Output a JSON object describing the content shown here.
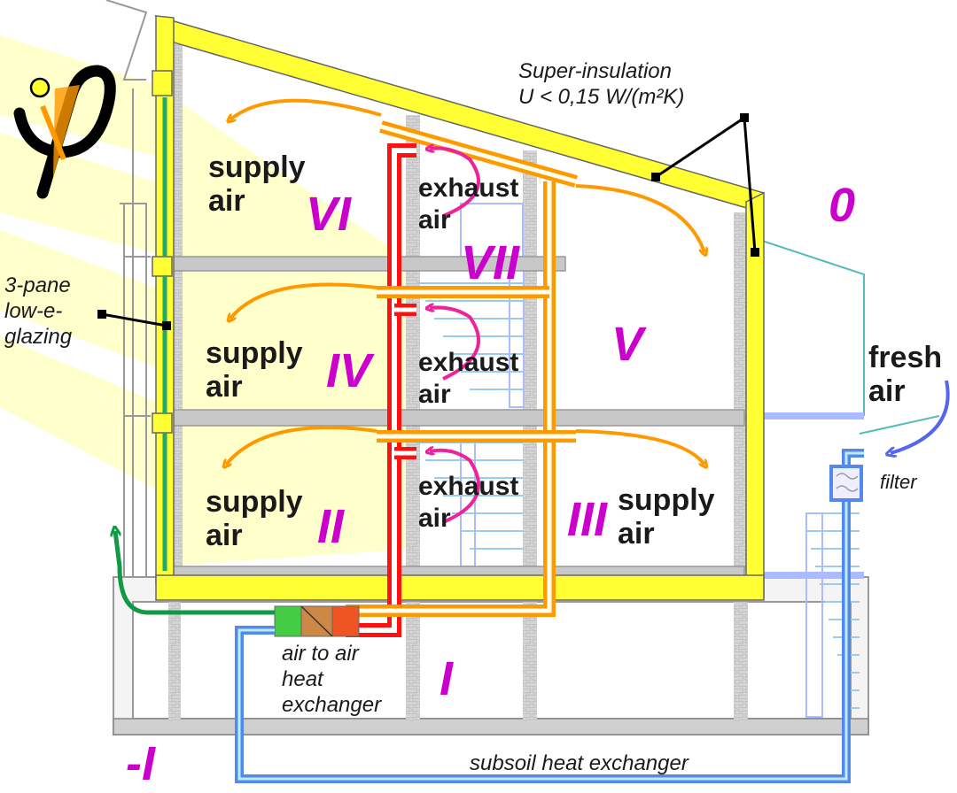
{
  "rooms": {
    "supply_vi": "supply\nair",
    "supply_iv": "supply\nair",
    "supply_ii": "supply\nair",
    "supply_iii": "supply\nair",
    "exhaust_vi": "exhaust\nair",
    "exhaust_iv": "exhaust\nair",
    "exhaust_ii": "exhaust\nair",
    "fresh": "fresh\nair"
  },
  "zones": {
    "zero": "0",
    "vi": "VI",
    "vii": "VII",
    "iv": "IV",
    "v": "V",
    "ii": "II",
    "iii": "III",
    "i": "I",
    "minus_i": "-I"
  },
  "notes": {
    "super_insulation": "Super-insulation\nU < 0,15 W/(m²K)",
    "glazing": "3-pane\nlow-e-\nglazing",
    "filter": "filter",
    "heat_exchanger": "air to air\nheat\nexchanger",
    "subsoil": "subsoil heat exchanger"
  },
  "colors": {
    "insulation": "#ffff33",
    "supply_duct": "#ff9900",
    "exhaust_duct": "#ff1111",
    "fresh_duct": "#4455dd",
    "glazing": "#22aa66",
    "zone_label": "#cc00cc",
    "exhaust_arrow": "#ee2299",
    "sunlight": "#ffffcc",
    "floor": "#c8c8c8"
  }
}
